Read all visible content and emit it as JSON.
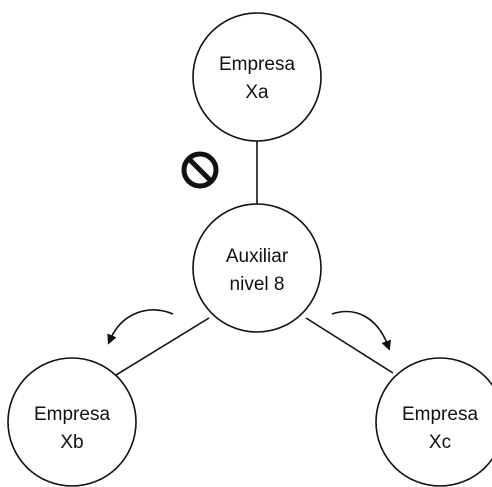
{
  "diagram": {
    "nodes": {
      "top": {
        "line1": "Empresa",
        "line2": "Xa"
      },
      "center": {
        "line1": "Auxiliar",
        "line2": "nivel 8"
      },
      "left": {
        "line1": "Empresa",
        "line2": "Xb"
      },
      "right": {
        "line1": "Empresa",
        "line2": "Xc"
      }
    },
    "icons": {
      "blocked": "prohibited-icon",
      "flow_left": "curved-arrow-left-icon",
      "flow_right": "curved-arrow-right-icon"
    },
    "colors": {
      "stroke": "#111111",
      "fill": "#ffffff"
    }
  }
}
